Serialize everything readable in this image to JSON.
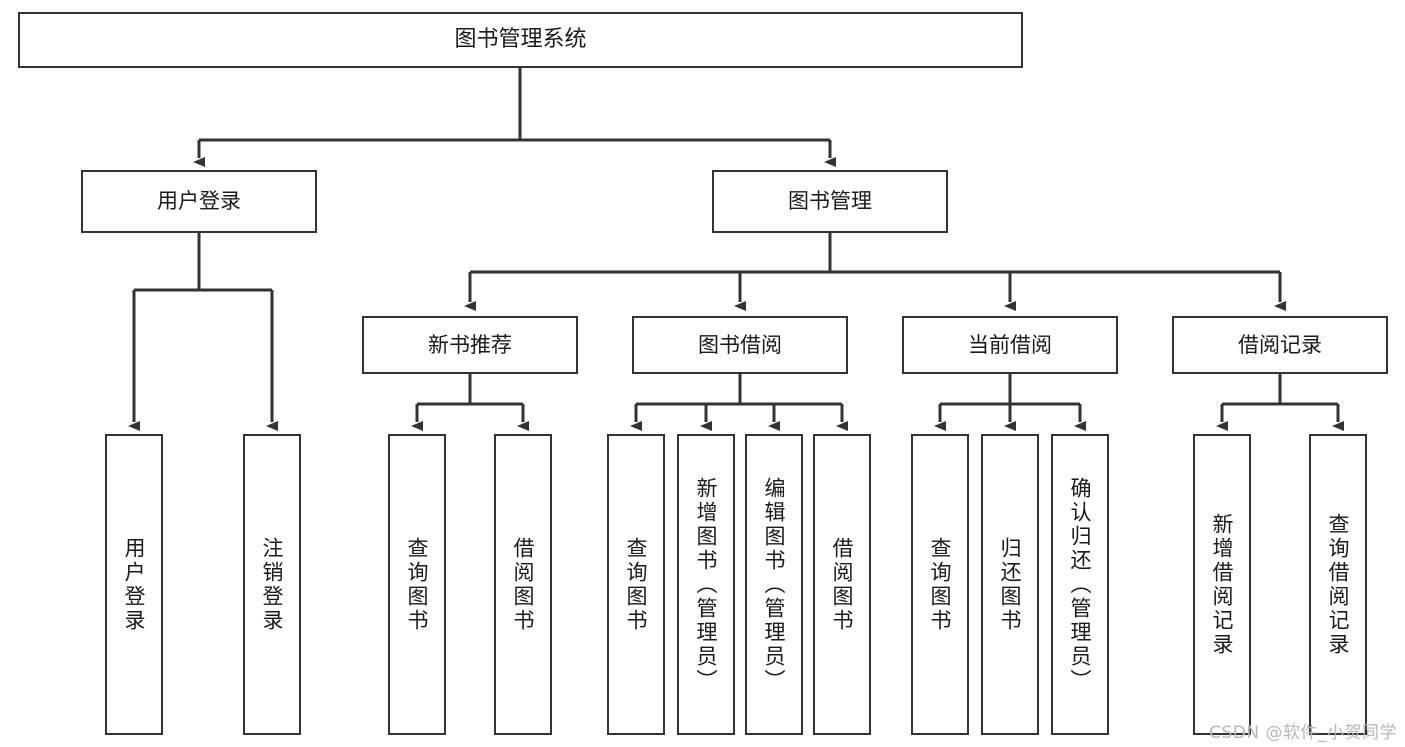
{
  "diagram": {
    "type": "tree-hierarchy",
    "title": "图书管理系统",
    "orientation": "top-down",
    "colors": {
      "box_border": "#333333",
      "box_fill": "#ffffff",
      "connector": "#333333",
      "text": "#1a1a1a",
      "watermark": "#b7b7b7",
      "background": "#ffffff"
    },
    "root": {
      "label": "图书管理系统"
    },
    "level2": [
      {
        "id": "user-login",
        "label": "用户登录"
      },
      {
        "id": "book-management",
        "label": "图书管理"
      }
    ],
    "level3": [
      {
        "id": "new-book-recommend",
        "label": "新书推荐",
        "parent": "book-management"
      },
      {
        "id": "book-borrow",
        "label": "图书借阅",
        "parent": "book-management"
      },
      {
        "id": "current-borrow",
        "label": "当前借阅",
        "parent": "book-management"
      },
      {
        "id": "borrow-record",
        "label": "借阅记录",
        "parent": "book-management"
      }
    ],
    "leaves": {
      "user-login": [
        {
          "id": "leaf-user-login",
          "label": "用户登录"
        },
        {
          "id": "leaf-logout-login",
          "label": "注销登录"
        }
      ],
      "new-book-recommend": [
        {
          "id": "leaf-query-book-1",
          "label": "查询图书"
        },
        {
          "id": "leaf-borrow-book-1",
          "label": "借阅图书"
        }
      ],
      "book-borrow": [
        {
          "id": "leaf-query-book-2",
          "label": "查询图书"
        },
        {
          "id": "leaf-add-book",
          "label": "新增图书（管理员）"
        },
        {
          "id": "leaf-edit-book",
          "label": "编辑图书（管理员）"
        },
        {
          "id": "leaf-borrow-book-2",
          "label": "借阅图书"
        }
      ],
      "current-borrow": [
        {
          "id": "leaf-query-book-3",
          "label": "查询图书"
        },
        {
          "id": "leaf-return-book",
          "label": "归还图书"
        },
        {
          "id": "leaf-confirm-return",
          "label": "确认归还（管理员）"
        }
      ],
      "borrow-record": [
        {
          "id": "leaf-add-record",
          "label": "新增借阅记录"
        },
        {
          "id": "leaf-query-record",
          "label": "查询借阅记录"
        }
      ]
    }
  },
  "watermark": {
    "text": "CSDN @软件_小贺同学"
  }
}
